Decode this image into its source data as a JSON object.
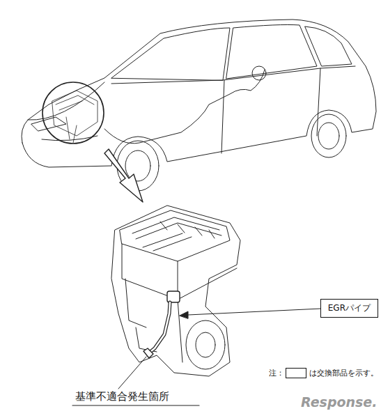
{
  "diagram": {
    "nodes": [
      {
        "text": [
          "EGRパイプ"
        ]
      }
    ],
    "labels": [
      "基準不適合発生箇所",
      "注：",
      "Response."
    ],
    "legend": [
      {
        "text": "は交換部品を示す。"
      }
    ]
  }
}
